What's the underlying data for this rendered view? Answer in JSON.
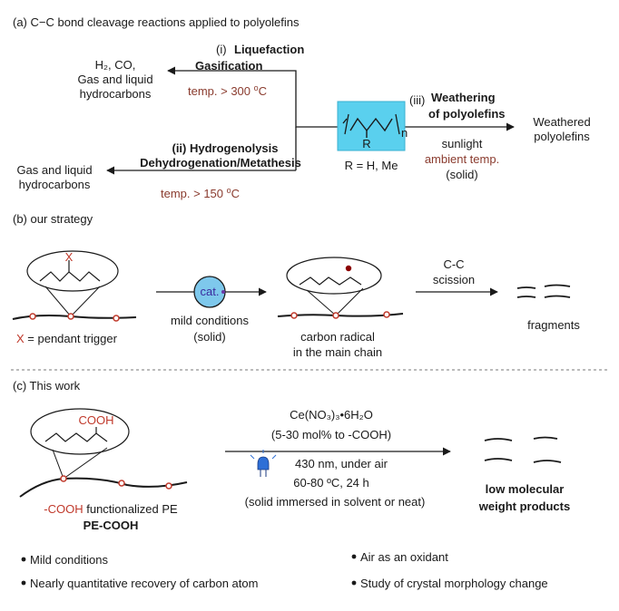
{
  "section_a": {
    "heading": "(a) C−C bond cleavage reactions applied to polyolefins",
    "route_i": {
      "index": "(i)",
      "name_1": "Liquefaction",
      "name_2": "Gasification",
      "condition_prefix": "temp. > 300 ",
      "condition_unit": "C",
      "product_1": "H₂, CO,",
      "product_2": "Gas and liquid",
      "product_3": "hydrocarbons"
    },
    "route_ii": {
      "name_1": "(ii) Hydrogenolysis",
      "name_2": "Dehydrogenation/Metathesis",
      "condition_prefix": "temp. > 150 ",
      "condition_unit": "C",
      "product_1": "Gas and liquid",
      "product_2": "hydrocarbons"
    },
    "route_iii": {
      "index": "(iii)",
      "name_1": "Weathering",
      "name_2": "of polyolefins",
      "cond_1": "sunlight",
      "cond_2": "ambient temp.",
      "cond_3": "(solid)",
      "product_1": "Weathered",
      "product_2": "polyolefins"
    },
    "polymer_r": "R",
    "polymer_n": "n",
    "polymer_caption": "R = H, Me",
    "degree_symbol": "o"
  },
  "section_b": {
    "heading": "(b) our strategy",
    "trigger_symbol": "X",
    "trigger_label": " = pendant trigger",
    "catalyst": "cat.",
    "cond_1": "mild conditions",
    "cond_2": "(solid)",
    "radical_1": "carbon radical",
    "radical_2": "in the main chain",
    "scission_1": "C-C",
    "scission_2": "scission",
    "fragments": "fragments"
  },
  "section_c": {
    "heading": "(c) This work",
    "group": "COOH",
    "pe_label_red": "-COOH",
    "pe_label_rest": " functionalized PE",
    "pe_name": "PE-COOH",
    "reagent": "Ce(NO₃)₃•6H₂O",
    "loading": "(5-30 mol% to -COOH)",
    "light": "430 nm, under air",
    "temp_time": "60-80 ºC, 24 h",
    "medium": "(solid immersed in solvent or neat)",
    "product_1": "low molecular",
    "product_2": "weight products"
  },
  "highlights": [
    "Mild conditions",
    "Nearly quantitative recovery of carbon atom",
    "Air as an oxidant",
    "Study of crystal morphology change"
  ],
  "colors": {
    "condition_brown": "#8a3b2e",
    "trigger_red": "#c0392b",
    "polymer_box": "#5ad0ee",
    "catalyst_fill": "#7ec8ec",
    "radical_dot": "#8b0000"
  }
}
